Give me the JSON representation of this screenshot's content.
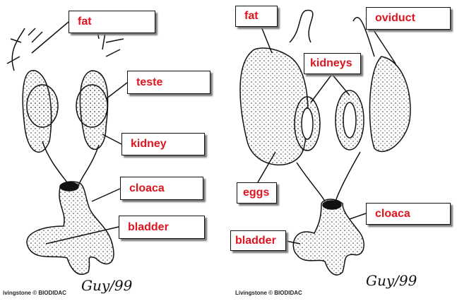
{
  "male_diagram": {
    "labels": {
      "fat": "fat",
      "teste": "teste",
      "kidney": "kidney",
      "cloaca": "cloaca",
      "bladder": "bladder"
    },
    "credit": "ivingstone © BIODIDAC",
    "signature": "Guy/99"
  },
  "female_diagram": {
    "labels": {
      "fat": "fat",
      "oviduct": "oviduct",
      "kidneys": "kidneys",
      "eggs": "eggs",
      "cloaca": "cloaca",
      "bladder": "bladder"
    },
    "credit": "Livingstone © BIODIDAC",
    "signature": "Guy/99"
  },
  "colors": {
    "label_text": "#e0141e"
  }
}
